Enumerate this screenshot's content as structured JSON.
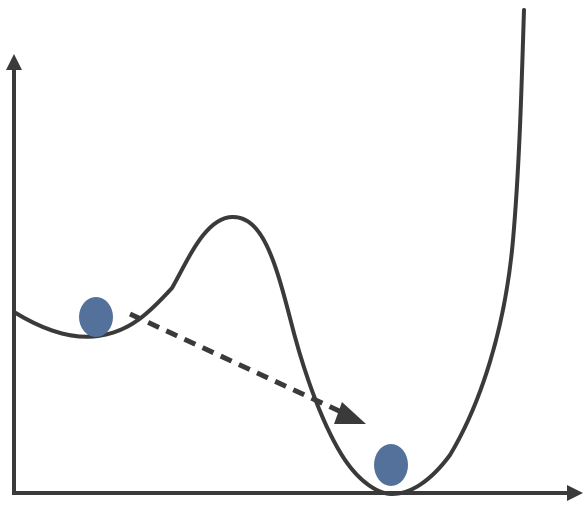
{
  "diagram": {
    "curve_color": "#3a3a3a",
    "axis_color": "#3a3a3a",
    "ball_color": "#54719c",
    "arrow_color": "#3a3a3a",
    "background": "#ffffff",
    "elements": {
      "energy_curve": "potential-energy-curve",
      "local_minimum_ball": "ball",
      "global_minimum_ball": "ball",
      "transition_arrow": "dashed-arrow"
    }
  }
}
